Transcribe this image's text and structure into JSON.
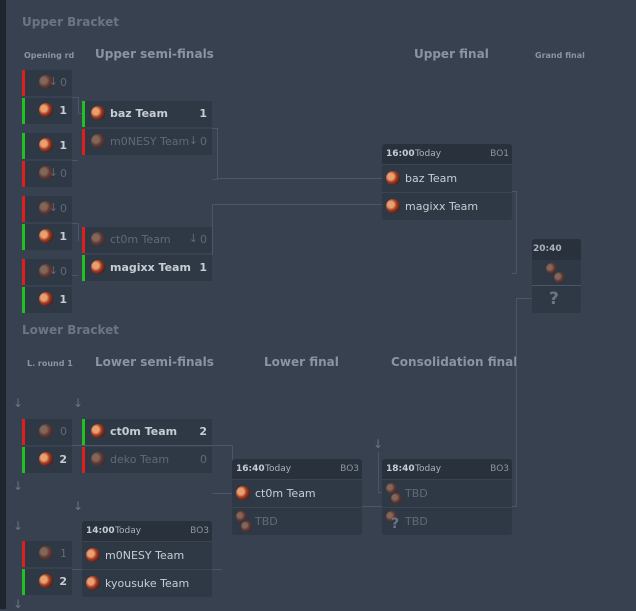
{
  "upper_bracket": {
    "title": "Upper Bracket",
    "rounds": [
      "Opening rd",
      "Upper semi-finals",
      "Upper final",
      "Grand final"
    ],
    "opening": [
      {
        "score": "0",
        "result": "lose"
      },
      {
        "score": "1",
        "result": "win"
      },
      {
        "score": "1",
        "result": "win"
      },
      {
        "score": "0",
        "result": "lose"
      },
      {
        "score": "0",
        "result": "lose"
      },
      {
        "score": "1",
        "result": "win"
      },
      {
        "score": "0",
        "result": "lose"
      },
      {
        "score": "1",
        "result": "win"
      }
    ],
    "semis": [
      {
        "name": "baz Team",
        "score": "1",
        "result": "win"
      },
      {
        "name": "m0NESY Team",
        "score": "0",
        "result": "lose"
      },
      {
        "name": "ct0m Team",
        "score": "0",
        "result": "lose"
      },
      {
        "name": "magixx Team",
        "score": "1",
        "result": "win"
      }
    ],
    "final": {
      "time": "16:00",
      "day": "Today",
      "format": "BO1",
      "teams": [
        "baz Team",
        "magixx Team"
      ]
    },
    "grand_final": {
      "time": "20:40",
      "placeholder": "?"
    }
  },
  "lower_bracket": {
    "title": "Lower Bracket",
    "rounds": [
      "L. round 1",
      "Lower semi-finals",
      "Lower final",
      "Consolidation final"
    ],
    "round1": [
      {
        "score": "0",
        "result": "lose"
      },
      {
        "score": "2",
        "result": "win"
      },
      {
        "score": "1",
        "result": "lose"
      },
      {
        "score": "2",
        "result": "win"
      }
    ],
    "semi1": [
      {
        "name": "ct0m Team",
        "score": "2",
        "result": "win"
      },
      {
        "name": "deko Team",
        "score": "0",
        "result": "lose"
      }
    ],
    "semi2": {
      "time": "14:00",
      "day": "Today",
      "format": "BO3",
      "teams": [
        "m0NESY Team",
        "kyousuke Team"
      ]
    },
    "final": {
      "time": "16:40",
      "day": "Today",
      "format": "BO3",
      "teams": [
        "ct0m Team",
        "TBD"
      ]
    },
    "consolation": {
      "time": "18:40",
      "day": "Today",
      "format": "BO3",
      "teams": [
        "TBD",
        "TBD"
      ],
      "placeholder": "?"
    }
  },
  "icons": {
    "dropped": "down-arrow-icon",
    "avatar": "team-avatar-icon"
  }
}
